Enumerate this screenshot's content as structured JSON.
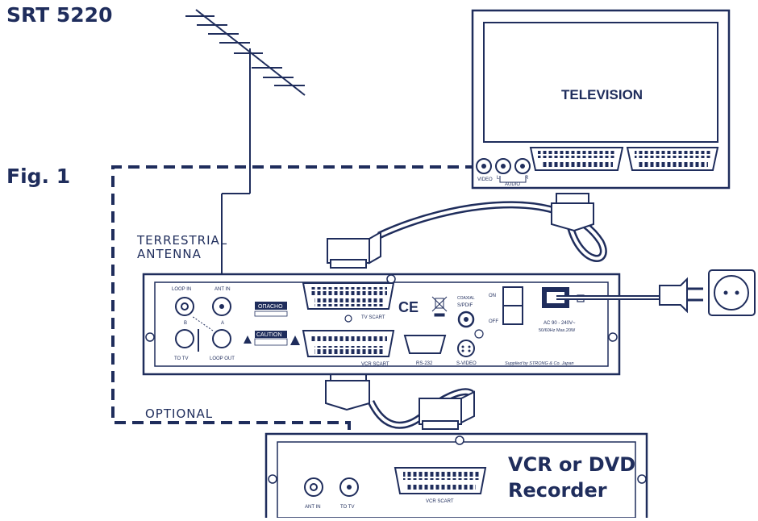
{
  "header": {
    "model": "SRT 5220",
    "figure": "Fig. 1"
  },
  "labels": {
    "antenna_line1": "TERRESTRIAL",
    "antenna_line2": "ANTENNA",
    "optional": "OPTIONAL",
    "television": "TELEVISION",
    "recorder_line1": "VCR or DVD",
    "recorder_line2": "Recorder"
  },
  "tv_ports": {
    "video": "VIDEO",
    "audio": "AUDIO",
    "left": "L",
    "right": "R"
  },
  "receiver_ports": {
    "loop_in": "LOOP IN",
    "ant_in": "ANT IN",
    "to_tv": "TO TV",
    "loop_out": "LOOP OUT",
    "tv_scart": "TV SCART",
    "vcr_scart": "VCR SCART",
    "rs232": "RS-232",
    "coaxial": "COAXIAL",
    "spdif": "S/PDIF",
    "svideo": "S-VIDEO",
    "on": "ON",
    "off": "OFF",
    "power_line1": "AC 90 - 240V~",
    "power_line2": "50/60Hz Max.20W",
    "supplier": "Supplied by STRONG & Co. Japan",
    "warning_ru": "ОПАСНО",
    "warning_en": "CAUTION",
    "ce_mark": "CE",
    "port_a": "A",
    "port_b": "B"
  },
  "recorder_ports": {
    "ant_in": "ANT IN",
    "to_tv": "TO TV",
    "vcr_scart": "VCR SCART"
  },
  "colors": {
    "ink": "#1f2d5c",
    "paper": "#ffffff"
  }
}
